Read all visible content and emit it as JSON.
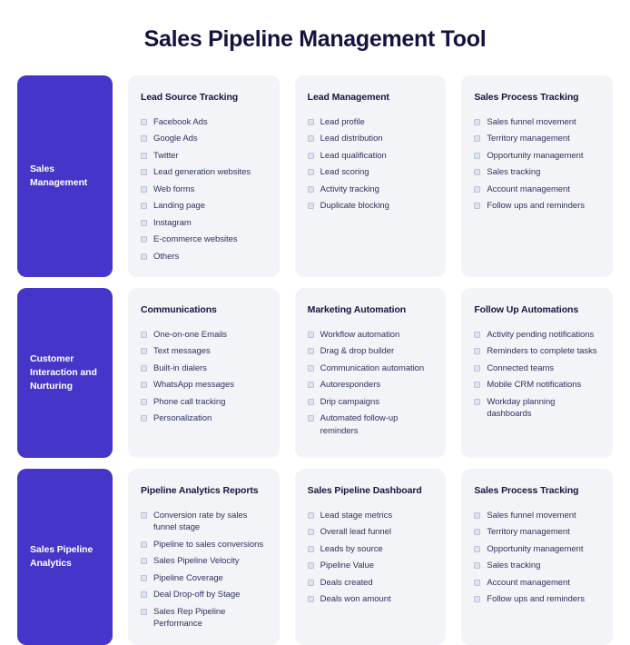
{
  "header": {
    "title": "Sales Pipeline Management Tool"
  },
  "theme": {
    "accent": "#4635c9",
    "card_bg": "#f3f4f7",
    "title_color": "#15123f",
    "text_color": "#2e3360",
    "checkbox_border": "#b7c3da",
    "checkbox_fill": "#dfe4ee",
    "page_bg": "#ffffff"
  },
  "icons": {
    "checkbox": "checkbox-icon"
  },
  "rows": [
    {
      "category": "Sales Management",
      "cards": [
        {
          "title": "Lead Source Tracking",
          "items": [
            "Facebook Ads",
            "Google Ads",
            "Twitter",
            "Lead generation websites",
            "Web forms",
            "Landing page",
            "Instagram",
            "E-commerce websites",
            "Others"
          ]
        },
        {
          "title": "Lead Management",
          "items": [
            "Lead profile",
            "Lead distribution",
            "Lead qualification",
            "Lead scoring",
            "Activity tracking",
            "Duplicate blocking"
          ]
        },
        {
          "title": "Sales Process Tracking",
          "items": [
            "Sales funnel movement",
            "Territory management",
            "Opportunity management",
            "Sales tracking",
            "Account management",
            "Follow ups and reminders"
          ]
        }
      ]
    },
    {
      "category": "Customer Interaction and Nurturing",
      "cards": [
        {
          "title": "Communications",
          "items": [
            "One-on-one Emails",
            "Text messages",
            "Built-in dialers",
            "WhatsApp messages",
            "Phone call tracking",
            "Personalization"
          ]
        },
        {
          "title": "Marketing Automation",
          "items": [
            "Workflow automation",
            "Drag & drop builder",
            "Communication automation",
            "Autoresponders",
            "Drip campaigns",
            "Automated follow-up reminders"
          ]
        },
        {
          "title": "Follow Up Automations",
          "items": [
            "Activity pending notifications",
            "Reminders to complete tasks",
            "Connected teams",
            "Mobile CRM notifications",
            "Workday planning dashboards"
          ]
        }
      ]
    },
    {
      "category": "Sales Pipeline Analytics",
      "cards": [
        {
          "title": "Pipeline Analytics Reports",
          "items": [
            "Conversion rate by sales funnel stage",
            "Pipeline to sales conversions",
            "Sales Pipeline Velocity",
            "Pipeline Coverage",
            "Deal Drop-off by Stage",
            "Sales Rep Pipeline Performance"
          ]
        },
        {
          "title": "Sales Pipeline Dashboard",
          "items": [
            "Lead stage metrics",
            "Overall lead funnel",
            "Leads by source",
            "Pipeline Value",
            "Deals created",
            "Deals won amount"
          ]
        },
        {
          "title": "Sales Process Tracking",
          "items": [
            "Sales funnel movement",
            "Territory management",
            "Opportunity management",
            "Sales tracking",
            "Account management",
            "Follow ups and reminders"
          ]
        }
      ]
    }
  ]
}
